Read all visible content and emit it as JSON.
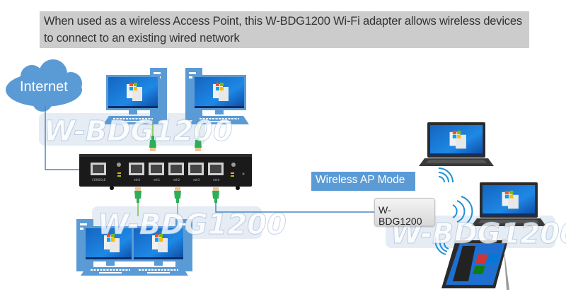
{
  "caption": {
    "line1": "When used as a wireless Access Point, this W-BDG1200 Wi-Fi adapter allows wireless devices",
    "line2": "to connect to an existing wired network"
  },
  "cloud": {
    "label": "Internet",
    "color": "#5b9bd5"
  },
  "router": {
    "ports": [
      "CONSOLE",
      "eth0",
      "eth1",
      "eth2",
      "eth3",
      "eth4"
    ]
  },
  "mode_badge": {
    "label": "Wireless AP Mode",
    "color": "#5b9bd5"
  },
  "adapter": {
    "label": "W-BDG1200"
  },
  "watermark": {
    "text": "W-BDG1200"
  },
  "devices": {
    "wired": [
      "desktop-pc-1",
      "desktop-pc-2",
      "desktop-pc-3",
      "desktop-pc-4"
    ],
    "wireless": [
      "laptop-1",
      "laptop-2",
      "tablet"
    ]
  },
  "colors": {
    "link": "#4a86c8",
    "cable": "#7cc042",
    "monitor": "#5b9bd5",
    "router": "#1a1a1a"
  }
}
